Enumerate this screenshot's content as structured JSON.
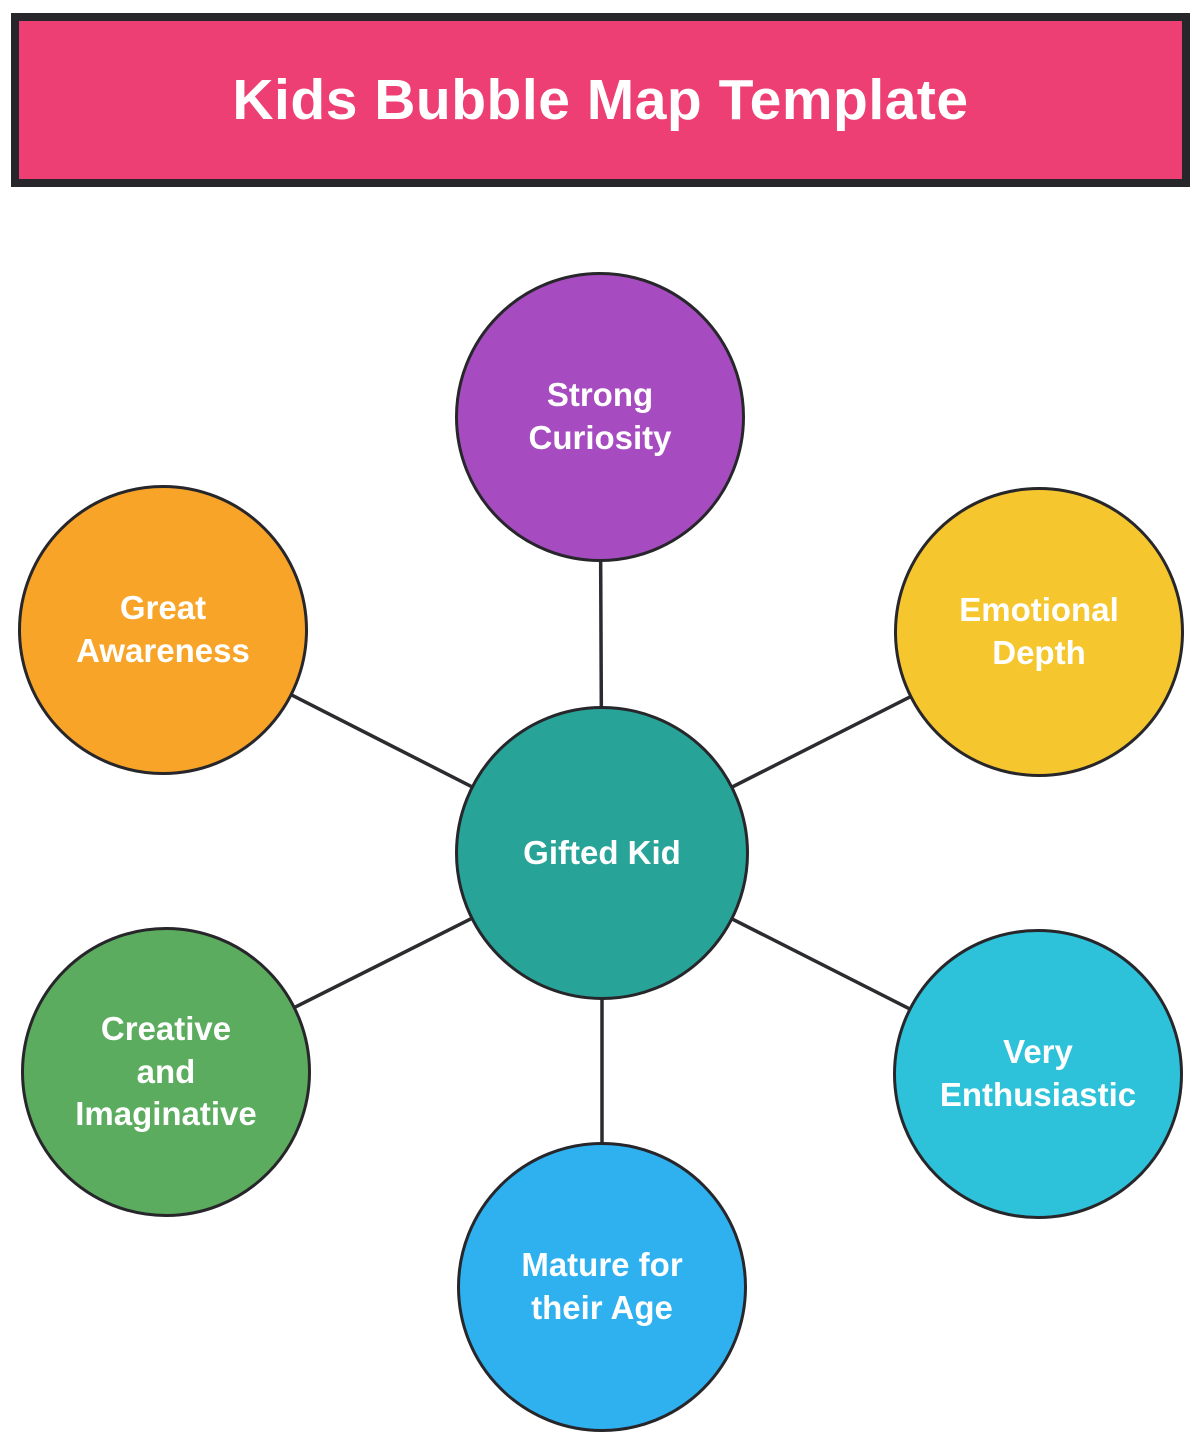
{
  "header": {
    "title": "Kids Bubble Map Template",
    "background_color": "#ed3f73",
    "border_color": "#26262b",
    "text_color": "#ffffff"
  },
  "diagram": {
    "type": "bubble-map",
    "connector_color": "#2b2b30",
    "center": {
      "label": "Gifted Kid",
      "color": "#27a398"
    },
    "nodes": [
      {
        "label": "Strong\nCuriosity",
        "color": "#a64cc0",
        "position": "top"
      },
      {
        "label": "Emotional\nDepth",
        "color": "#f6c62f",
        "position": "top-right"
      },
      {
        "label": "Very\nEnthusiastic",
        "color": "#2dc2d9",
        "position": "bottom-right"
      },
      {
        "label": "Mature for\ntheir Age",
        "color": "#2fb1f0",
        "position": "bottom"
      },
      {
        "label": "Creative\nand\nImaginative",
        "color": "#5bac5f",
        "position": "bottom-left"
      },
      {
        "label": "Great\nAwareness",
        "color": "#f8a428",
        "position": "top-left"
      }
    ]
  }
}
